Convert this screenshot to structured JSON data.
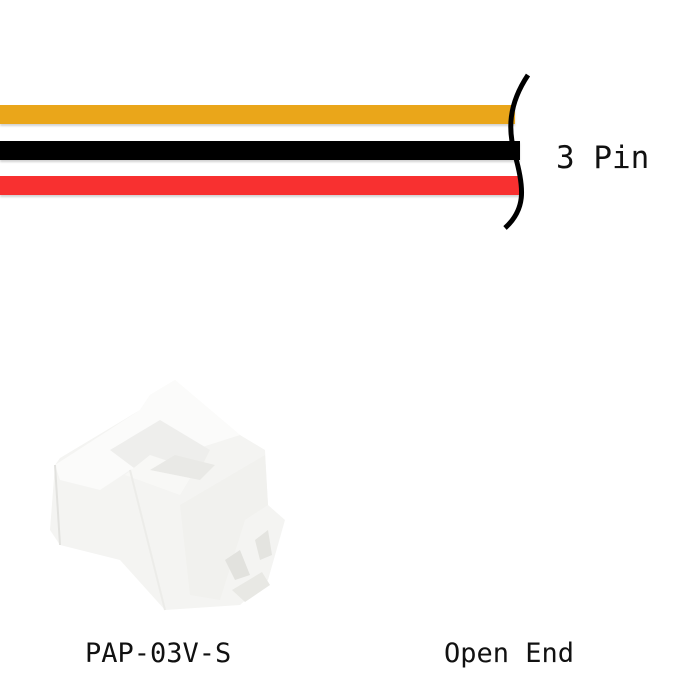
{
  "wires": [
    {
      "name": "orange",
      "color": "#EAA61A"
    },
    {
      "name": "black",
      "color": "#000000"
    },
    {
      "name": "red",
      "color": "#F83030"
    }
  ],
  "labels": {
    "pin_count": "3 Pin",
    "connector_part": "PAP-03V-S",
    "other_end": "Open End"
  }
}
